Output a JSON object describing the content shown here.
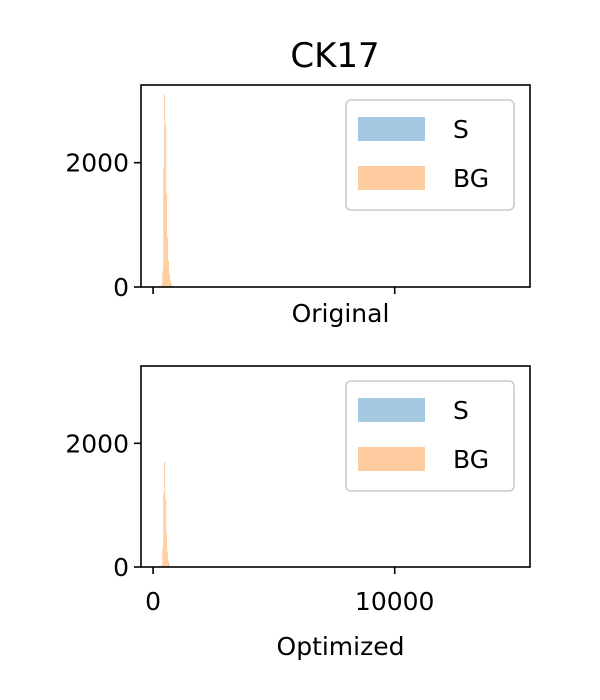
{
  "title": "CK17",
  "colors": {
    "S": "#1f77b4",
    "BG": "#ff7f0e",
    "bar_alpha": 0.4
  },
  "legend_placement": "upper right",
  "chart_data": [
    {
      "type": "histogram",
      "xlabel": "Original",
      "x_tick_labels_visible": false,
      "xlim": [
        -500,
        15600
      ],
      "ylim": [
        0,
        3250
      ],
      "yticks": [
        0,
        2000
      ],
      "ytick_labels": [
        "0",
        "2000"
      ],
      "legend": [
        "S",
        "BG"
      ],
      "series": [
        {
          "name": "S",
          "points": [
            [
              500,
              5
            ],
            [
              600,
              10
            ],
            [
              700,
              12
            ],
            [
              800,
              10
            ],
            [
              900,
              8
            ],
            [
              1000,
              6
            ],
            [
              1100,
              5
            ],
            [
              1200,
              4
            ],
            [
              1300,
              4
            ],
            [
              1400,
              3
            ],
            [
              1500,
              2
            ]
          ]
        },
        {
          "name": "BG",
          "points": [
            [
              360,
              40
            ],
            [
              400,
              260
            ],
            [
              440,
              1900
            ],
            [
              480,
              3100
            ],
            [
              520,
              2600
            ],
            [
              560,
              1500
            ],
            [
              600,
              800
            ],
            [
              640,
              420
            ],
            [
              680,
              200
            ],
            [
              720,
              100
            ],
            [
              760,
              50
            ],
            [
              800,
              20
            ]
          ]
        }
      ]
    },
    {
      "type": "histogram",
      "xlabel": "Optimized",
      "x_tick_labels_visible": true,
      "xlim": [
        -500,
        15600
      ],
      "ylim": [
        0,
        3250
      ],
      "xticks": [
        0,
        10000
      ],
      "xtick_labels": [
        "0",
        "10000"
      ],
      "yticks": [
        0,
        2000
      ],
      "ytick_labels": [
        "0",
        "2000"
      ],
      "legend": [
        "S",
        "BG"
      ],
      "series": [
        {
          "name": "S",
          "points": [
            [
              450,
              4
            ],
            [
              500,
              6
            ],
            [
              550,
              6
            ],
            [
              600,
              4
            ],
            [
              650,
              3
            ],
            [
              700,
              2
            ]
          ]
        },
        {
          "name": "BG",
          "points": [
            [
              360,
              30
            ],
            [
              400,
              300
            ],
            [
              440,
              1200
            ],
            [
              480,
              1700
            ],
            [
              520,
              1100
            ],
            [
              560,
              550
            ],
            [
              600,
              250
            ],
            [
              640,
              100
            ],
            [
              680,
              40
            ],
            [
              720,
              10
            ]
          ]
        }
      ]
    }
  ]
}
